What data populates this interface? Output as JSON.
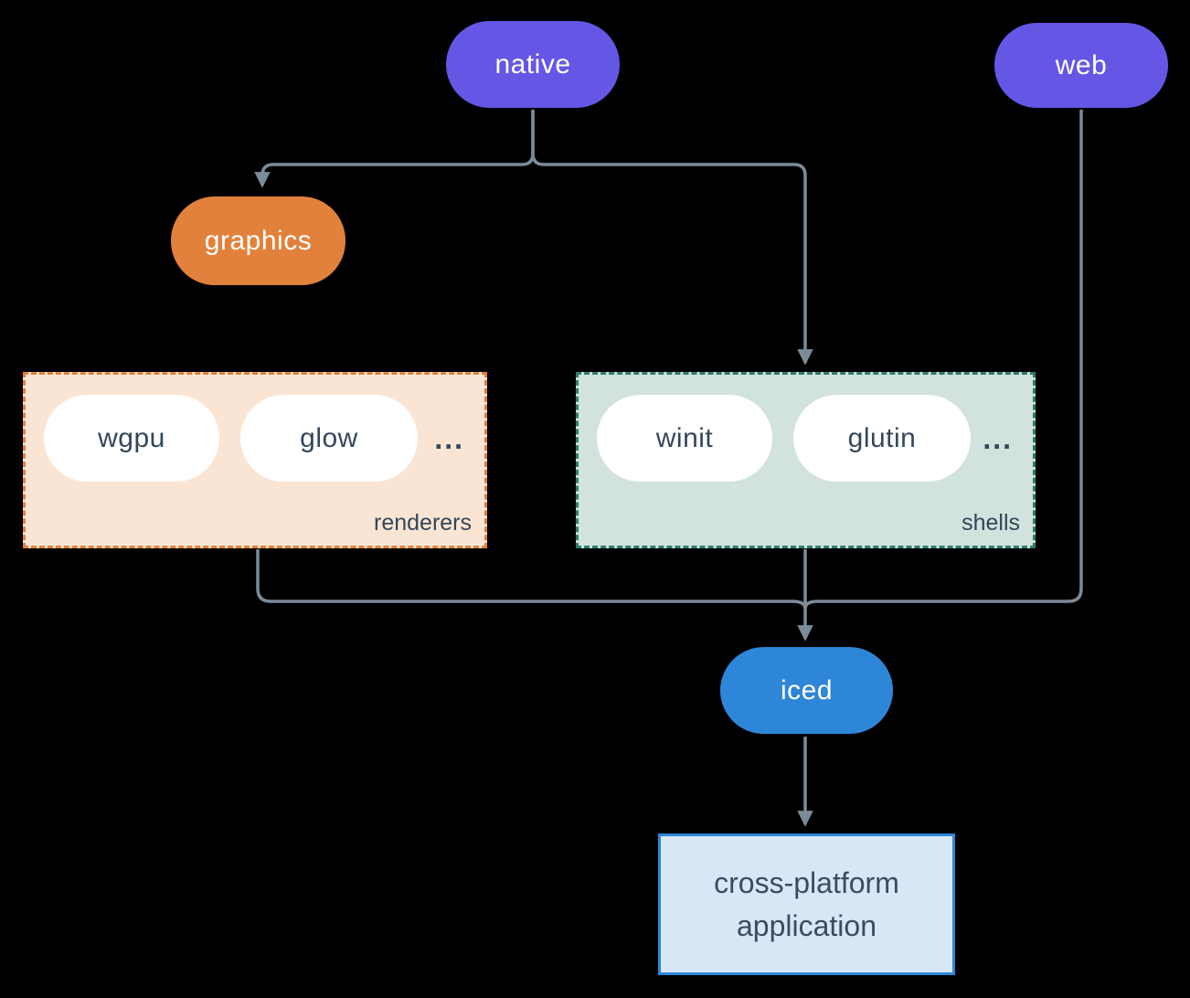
{
  "diagram": {
    "nodes": {
      "native": {
        "label": "native",
        "color": "#6457E5"
      },
      "web": {
        "label": "web",
        "color": "#6457E5"
      },
      "graphics": {
        "label": "graphics",
        "color": "#E2813B"
      },
      "iced": {
        "label": "iced",
        "color": "#2E86D9"
      }
    },
    "groups": {
      "renderers": {
        "label": "renderers",
        "items": [
          "wgpu",
          "glow"
        ],
        "ellipsis": "...",
        "fill": "#FAE5D4",
        "border": "#E2813B"
      },
      "shells": {
        "label": "shells",
        "items": [
          "winit",
          "glutin"
        ],
        "ellipsis": "...",
        "fill": "#D2E2DC",
        "border": "#2E7D6E"
      }
    },
    "app": {
      "line1": "cross-platform",
      "line2": "application",
      "fill": "#D8E7F6",
      "border": "#2E86D9"
    },
    "connector_color": "#7C8B99",
    "item_text_color": "#33475A"
  }
}
